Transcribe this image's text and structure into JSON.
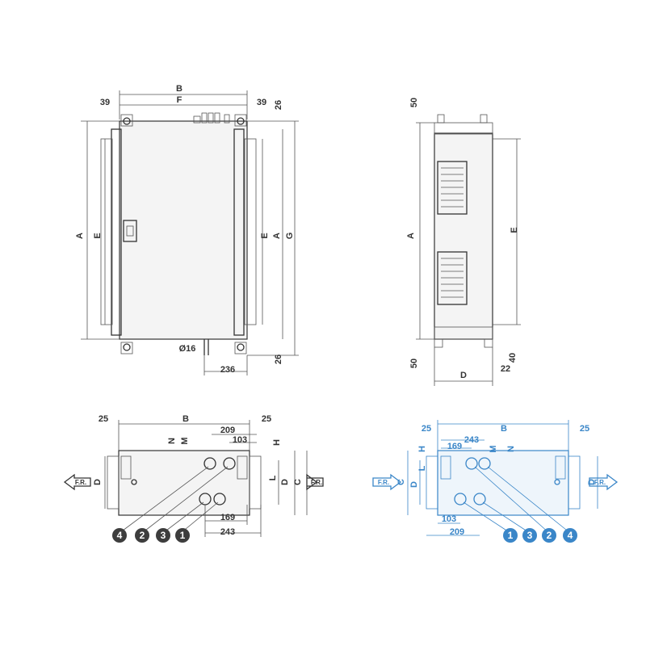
{
  "front": {
    "B": "B",
    "F": "F",
    "m39l": "39",
    "m39r": "39",
    "m26t": "26",
    "m26b": "26",
    "A_left": "A",
    "E_left": "E",
    "E_right": "E",
    "A_right": "A",
    "G": "G",
    "dia": "Ø16",
    "m236": "236"
  },
  "side": {
    "m50t": "50",
    "m50b": "50",
    "A": "A",
    "E": "E",
    "D": "D",
    "m22": "22",
    "m40": "40"
  },
  "bottom_left": {
    "m25l": "25",
    "B": "B",
    "m25r": "25",
    "m209": "209",
    "m103": "103",
    "N": "N",
    "M": "M",
    "H": "H",
    "D_left": "D",
    "L": "L",
    "D_right": "D",
    "C": "C",
    "fr_left": "F.R.",
    "fr_right": "F.R.",
    "m169": "169",
    "m243": "243",
    "badges": [
      "4",
      "2",
      "3",
      "1"
    ]
  },
  "bottom_right": {
    "m25l": "25",
    "B": "B",
    "m25r": "25",
    "m243": "243",
    "m169": "169",
    "H": "H",
    "L": "L",
    "M": "M",
    "N": "N",
    "C": "C",
    "D_left": "D",
    "D_right": "D",
    "fr_left": "F.R.",
    "fr_right": "F.R.",
    "m103": "103",
    "m209": "209",
    "badges": [
      "1",
      "3",
      "2",
      "4"
    ]
  },
  "colors": {
    "dark": "#333333",
    "blue": "#3a86c8"
  }
}
